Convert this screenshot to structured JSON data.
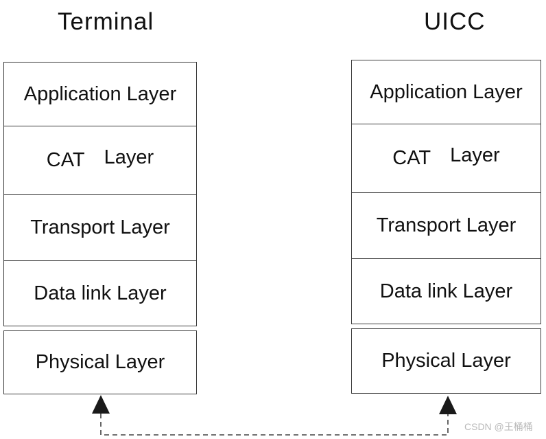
{
  "stacks": [
    {
      "title": "Terminal",
      "app": "Application Layer",
      "cat_word": "CAT",
      "cat_layer_word": "Layer",
      "transport": "Transport Layer",
      "datalink": "Data link Layer",
      "physical": "Physical Layer"
    },
    {
      "title": "UICC",
      "app": "Application Layer",
      "cat_word": "CAT",
      "cat_layer_word": "Layer",
      "transport": "Transport Layer",
      "datalink": "Data link Layer",
      "physical": "Physical Layer"
    }
  ],
  "watermark": "CSDN @王桶桶",
  "colors": {
    "box_border": "#3a3a3a",
    "text": "#111111",
    "arrow_fill": "#1a1a1a",
    "dashed_line": "#404040",
    "watermark_gray": "#b9b9b9",
    "background": "#ffffff"
  }
}
